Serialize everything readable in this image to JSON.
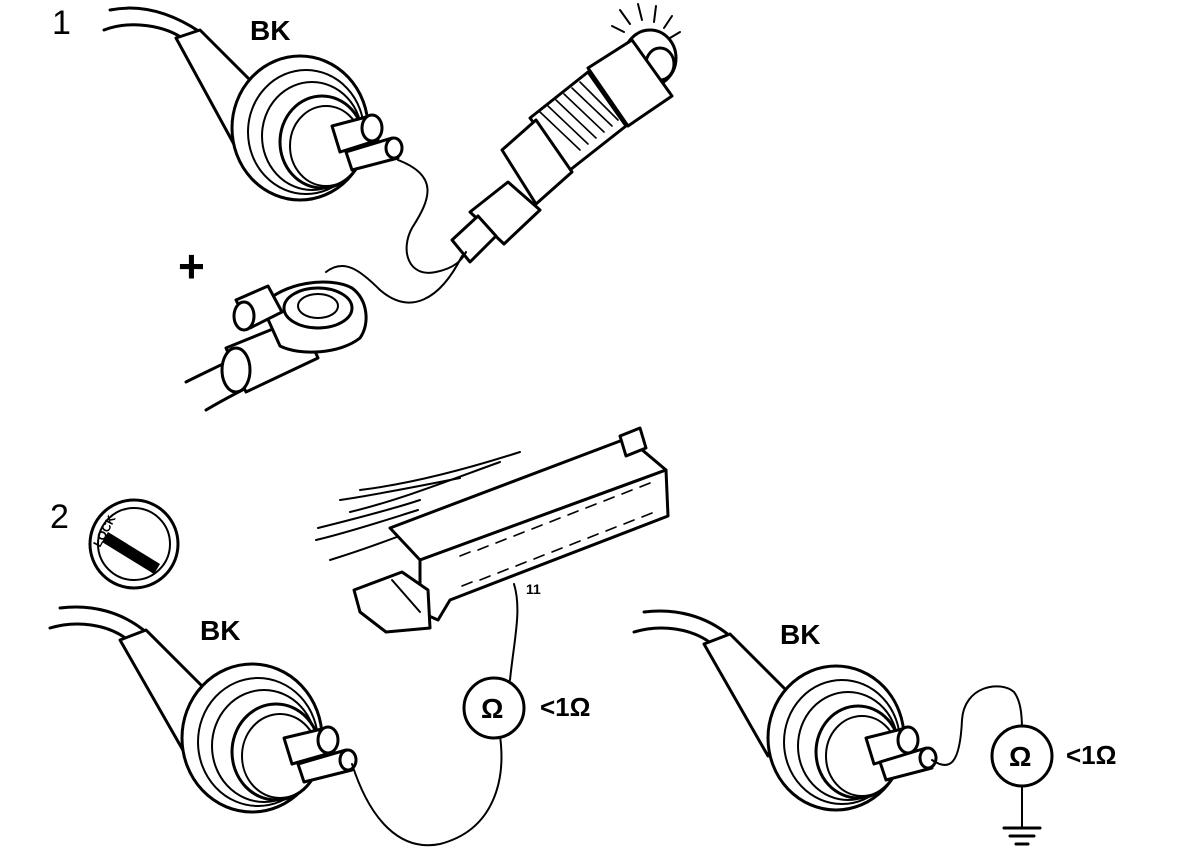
{
  "step1": {
    "number": "1",
    "connector_label": "BK",
    "plus_sign": "+"
  },
  "step2": {
    "number": "2",
    "lock_text": "LOCK",
    "left_connector_label": "BK",
    "right_connector_label": "BK",
    "pin_number": "11",
    "ohm_symbol_left": "Ω",
    "reading_left": "<1Ω",
    "ohm_symbol_right": "Ω",
    "reading_right": "<1Ω"
  }
}
